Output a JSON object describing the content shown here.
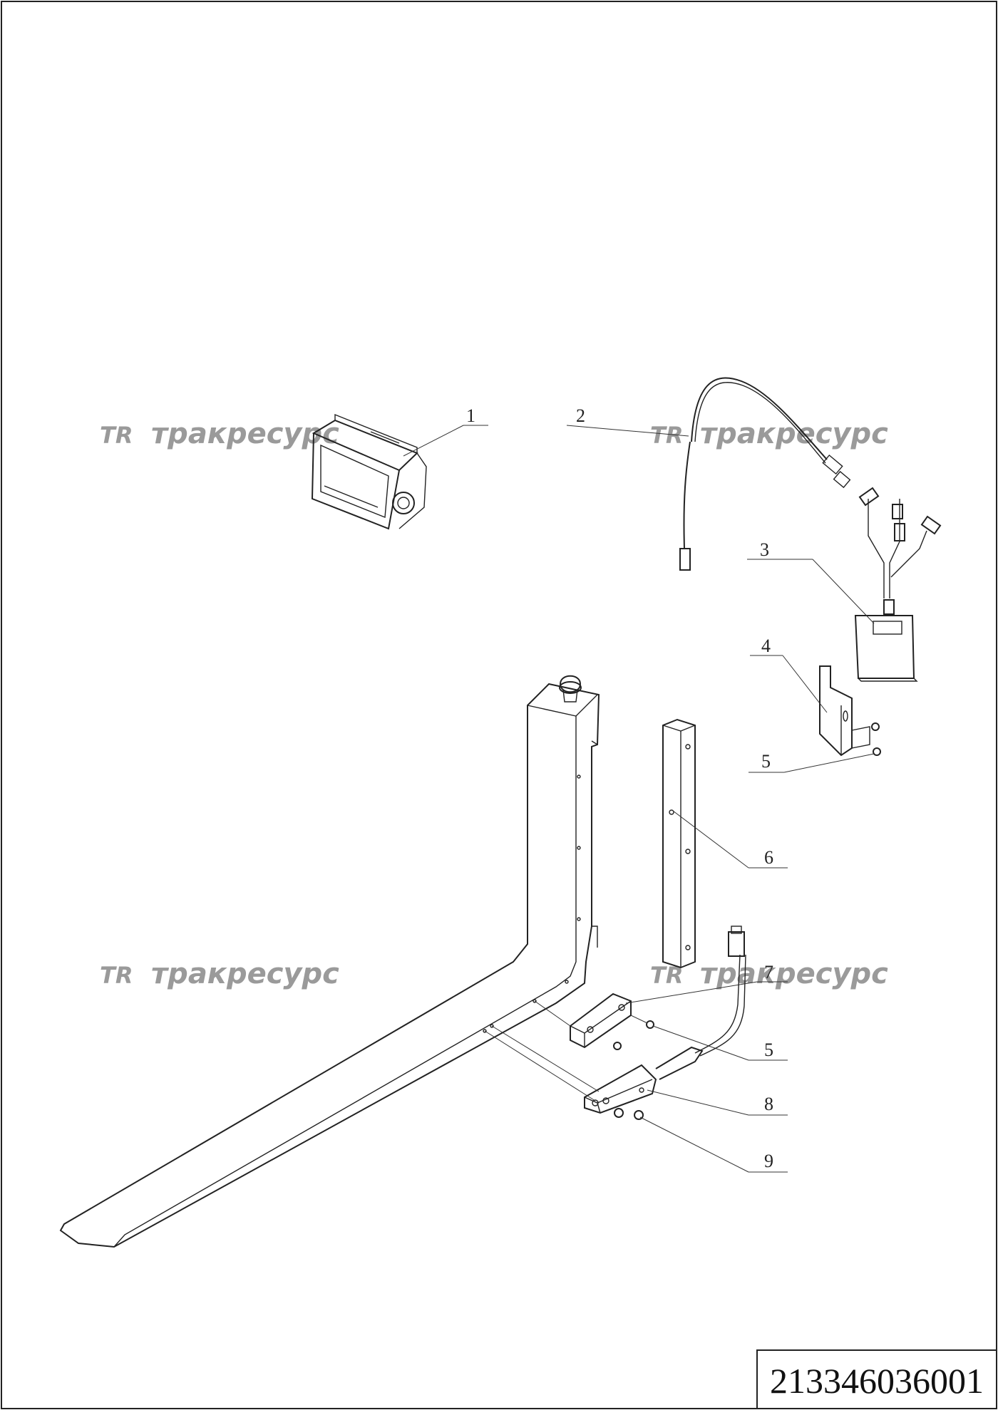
{
  "callouts": [
    {
      "id": "c1",
      "label": "1"
    },
    {
      "id": "c2",
      "label": "2"
    },
    {
      "id": "c3",
      "label": "3"
    },
    {
      "id": "c4",
      "label": "4"
    },
    {
      "id": "c5a",
      "label": "5"
    },
    {
      "id": "c6",
      "label": "6"
    },
    {
      "id": "c7",
      "label": "7"
    },
    {
      "id": "c5b",
      "label": "5"
    },
    {
      "id": "c8",
      "label": "8"
    },
    {
      "id": "c9",
      "label": "9"
    }
  ],
  "watermark": {
    "logo": "TR",
    "text": "тракресурс",
    "color": "#9a9a9a"
  },
  "document_number": "213346036001"
}
